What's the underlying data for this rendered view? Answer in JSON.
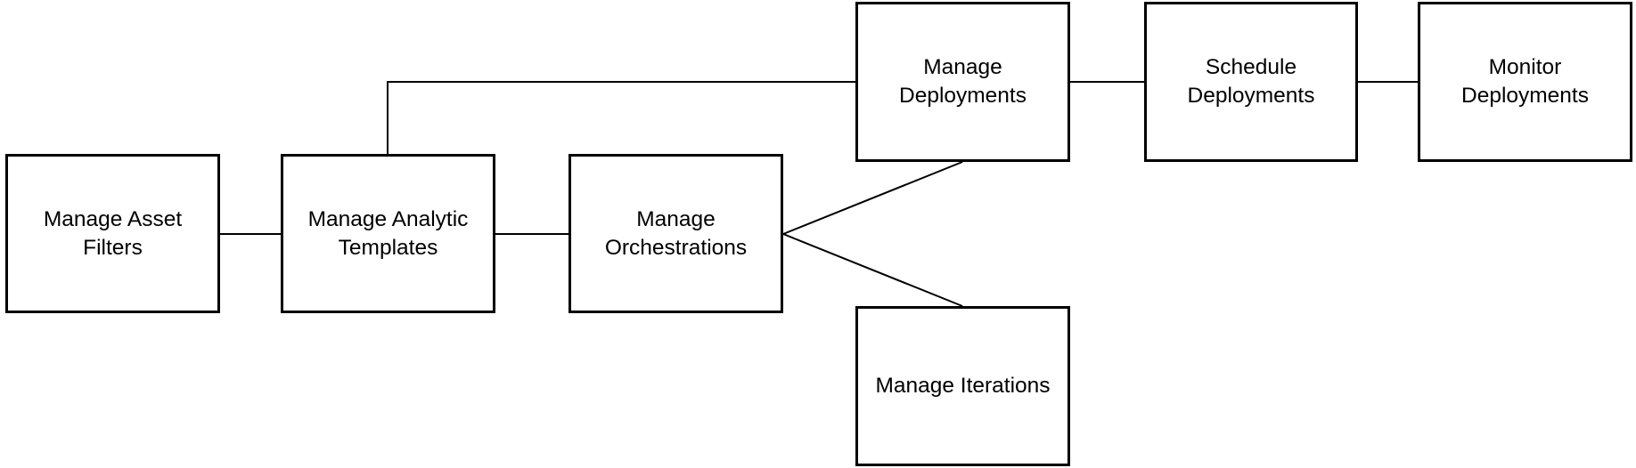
{
  "diagram": {
    "nodes": {
      "asset_filters": "Manage Asset\nFilters",
      "analytic_templates": "Manage Analytic\nTemplates",
      "orchestrations": "Manage\nOrchestrations",
      "deployments": "Manage\nDeployments",
      "iterations": "Manage Iterations",
      "schedule_deployments": "Schedule\nDeployments",
      "monitor_deployments": "Monitor\nDeployments"
    },
    "edges": [
      {
        "from": "Manage Asset Filters",
        "to": "Manage Analytic Templates"
      },
      {
        "from": "Manage Analytic Templates",
        "to": "Manage Orchestrations"
      },
      {
        "from": "Manage Analytic Templates",
        "to": "Manage Deployments"
      },
      {
        "from": "Manage Orchestrations",
        "to": "Manage Deployments"
      },
      {
        "from": "Manage Orchestrations",
        "to": "Manage Iterations"
      },
      {
        "from": "Manage Deployments",
        "to": "Schedule Deployments"
      },
      {
        "from": "Schedule Deployments",
        "to": "Monitor Deployments"
      }
    ],
    "colors": {
      "line": "#000000",
      "box_fill": "#ffffff",
      "text": "#000000"
    }
  }
}
